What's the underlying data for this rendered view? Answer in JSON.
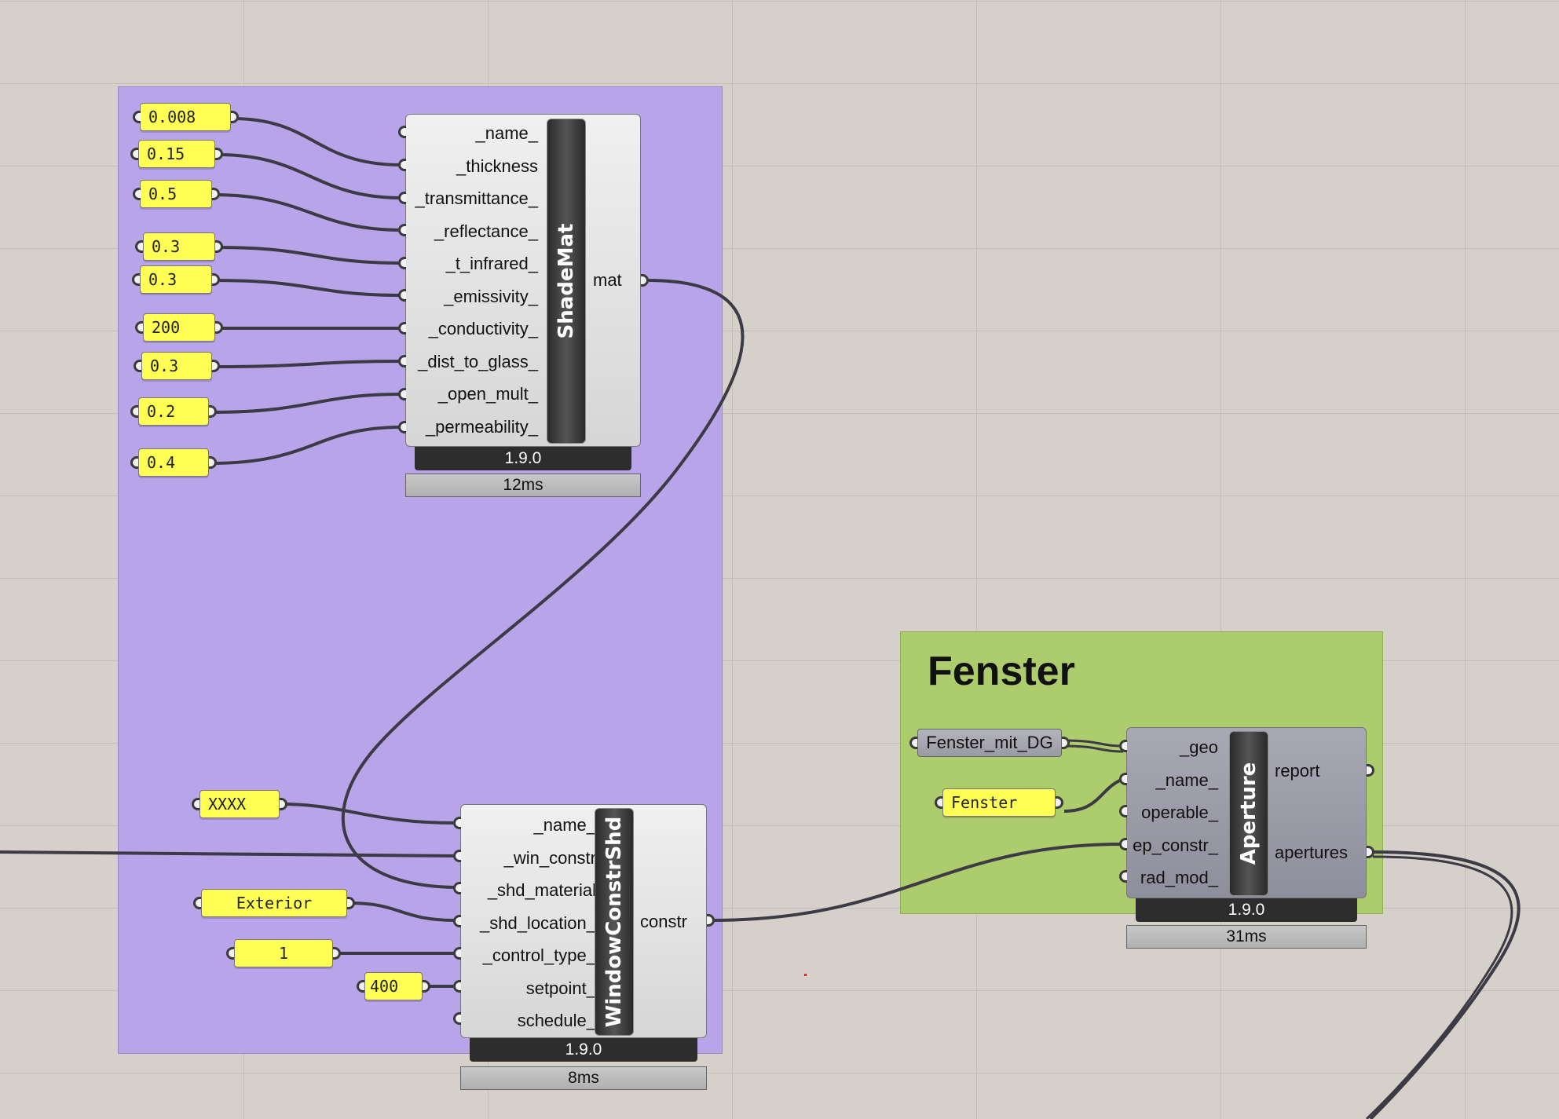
{
  "groups": {
    "fenster_title": "Fenster"
  },
  "shade_mat": {
    "nickname": "ShadeMat",
    "inputs": [
      "_name_",
      "_thickness",
      "_transmittance_",
      "_reflectance_",
      "_t_infrared_",
      "_emissivity_",
      "_conductivity_",
      "_dist_to_glass_",
      "_open_mult_",
      "_permeability_"
    ],
    "output": "mat",
    "version": "1.9.0",
    "time": "12ms"
  },
  "shade_panels": [
    "0.008",
    "0.15",
    "0.5",
    "0.3",
    "0.3",
    "200",
    "0.3",
    "0.2",
    "0.4"
  ],
  "window_constr": {
    "nickname": "WindowConstrShd",
    "inputs": [
      "_name_",
      "_win_constr",
      "_shd_material",
      "_shd_location_",
      "_control_type_",
      "setpoint_",
      "schedule_"
    ],
    "output": "constr",
    "version": "1.9.0",
    "time": "8ms"
  },
  "window_panels": {
    "name": "XXXX",
    "location": "Exterior",
    "control_type": "1",
    "setpoint": "400"
  },
  "aperture": {
    "nickname": "Aperture",
    "inputs": [
      "_geo",
      "_name_",
      "operable_",
      "ep_constr_",
      "rad_mod_"
    ],
    "outputs": [
      "report",
      "apertures"
    ],
    "version": "1.9.0",
    "time": "31ms"
  },
  "aperture_panels": {
    "geo_param": "Fenster_mit_DG",
    "name": "Fenster"
  }
}
